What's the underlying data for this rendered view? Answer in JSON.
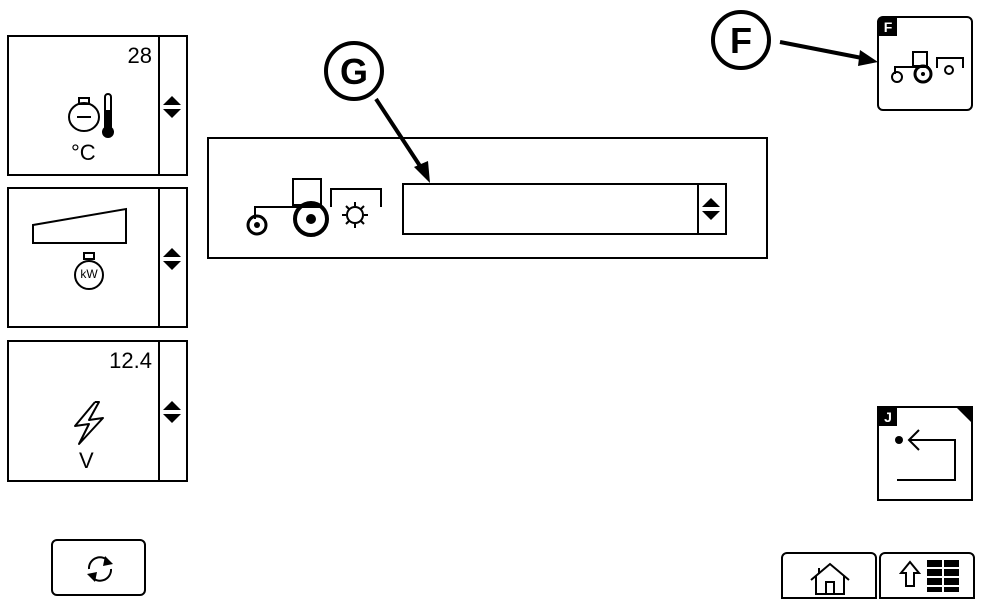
{
  "panels": [
    {
      "value": "28",
      "unit": "°C",
      "icon": "engine-temperature-icon"
    },
    {
      "value": "",
      "unit": "",
      "icon": "engine-power-kw-icon"
    },
    {
      "value": "12.4",
      "unit": "V",
      "icon": "lightning-bolt-icon"
    }
  ],
  "main": {
    "selector_value": "",
    "icon": "tractor-implement-settings-icon"
  },
  "callouts": {
    "f": "F",
    "g": "G"
  },
  "softkeys": {
    "f_badge": "F",
    "j_badge": "J"
  },
  "engine_kw_label": "kW",
  "icons": {
    "refresh": "refresh-icon",
    "home": "home-icon",
    "menu": "up-arrow-menu-icon",
    "back": "return-arrow-icon"
  }
}
